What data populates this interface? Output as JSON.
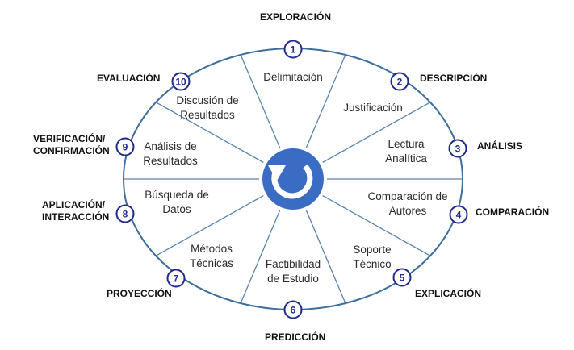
{
  "colors": {
    "ring": "#3e6f9c",
    "spoke": "#5b84ad",
    "badge_border": "#1f2a8a",
    "badge_text": "#1f2a8a",
    "center_disc": "#3a6cc4",
    "outer_text": "#111111",
    "sector_text": "#2b2b2b"
  },
  "center_icon": "refresh-cycle-icon",
  "phases": [
    {
      "number": "1",
      "phase": "EXPLORACIÓN",
      "sector": [
        "Delimitación"
      ]
    },
    {
      "number": "2",
      "phase": "DESCRIPCIÓN",
      "sector": [
        "Justificación"
      ]
    },
    {
      "number": "3",
      "phase": "ANÁLISIS",
      "sector": [
        "Lectura",
        "Analítica"
      ]
    },
    {
      "number": "4",
      "phase": "COMPARACIÓN",
      "sector": [
        "Comparación de",
        "Autores"
      ]
    },
    {
      "number": "5",
      "phase": "EXPLICACIÓN",
      "sector": [
        "Soporte",
        "Técnico"
      ]
    },
    {
      "number": "6",
      "phase": "PREDICCIÓN",
      "sector": [
        "Factibilidad",
        "de Estudio"
      ]
    },
    {
      "number": "7",
      "phase": "PROYECCIÓN",
      "sector": [
        "Métodos",
        "Técnicas"
      ]
    },
    {
      "number": "8",
      "phase": [
        "APLICACIÓN/",
        "INTERACCIÓN"
      ],
      "sector": [
        "Búsqueda de",
        "Datos"
      ]
    },
    {
      "number": "9",
      "phase": [
        "VERIFICACIÓN/",
        "CONFIRMACIÓN"
      ],
      "sector": [
        "Análisis de",
        "Resultados"
      ]
    },
    {
      "number": "10",
      "phase": "EVALUACIÓN",
      "sector": [
        "Discusión de",
        "Resultados"
      ]
    }
  ]
}
